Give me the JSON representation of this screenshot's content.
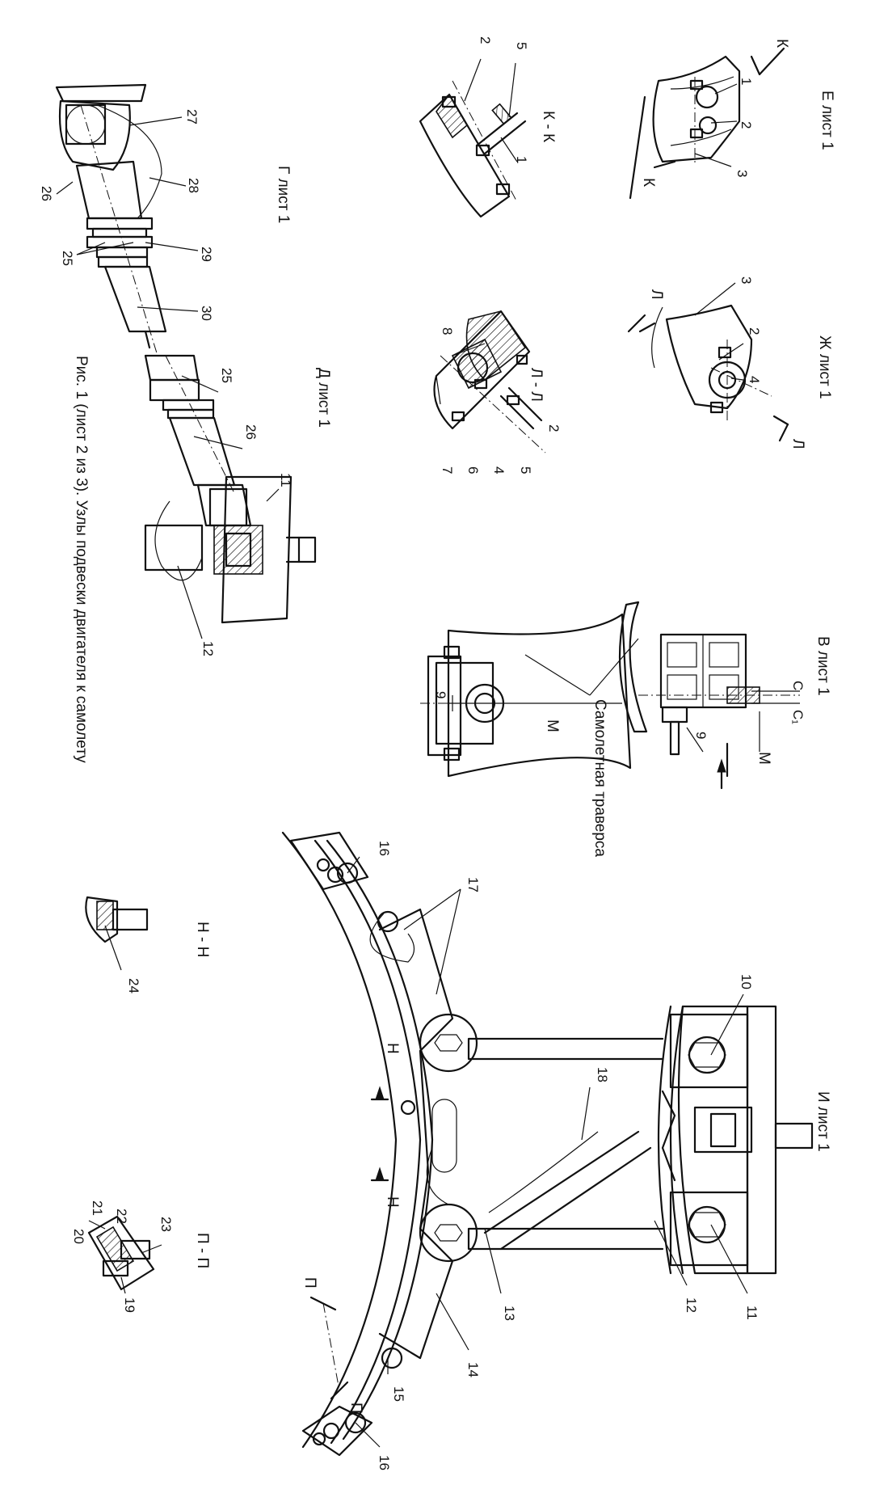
{
  "caption": "Рис. 1 (лист 2 из 3). Узлы подвески двигателя к самолету",
  "views": {
    "E": "Е лист 1",
    "ZH": "Ж лист 1",
    "V": "В лист 1",
    "I": "И лист 1",
    "G": "Г лист 1",
    "D": "Д лист 1",
    "KK": "К - К",
    "LL": "Л - Л",
    "NN": "Н - Н",
    "PP": "П - П"
  },
  "section_marks": {
    "K": "К",
    "L": "Л",
    "M": "М",
    "N": "Н",
    "P": "П",
    "C": "С",
    "C1": "С₁"
  },
  "traverse_label": "Самолетная траверса",
  "callouts": {
    "e": [
      "1",
      "2",
      "3"
    ],
    "kk": [
      "2",
      "5",
      "1"
    ],
    "zh": [
      "3",
      "2",
      "4"
    ],
    "ll": [
      "8",
      "7",
      "6",
      "4",
      "5",
      "2"
    ],
    "v": [
      "9"
    ],
    "m": [
      "9"
    ],
    "g": [
      "27",
      "26",
      "28",
      "25",
      "29",
      "30"
    ],
    "d": [
      "25",
      "26",
      "11",
      "12"
    ],
    "i": [
      "10",
      "11",
      "12",
      "13",
      "14",
      "15",
      "16",
      "16",
      "17",
      "18"
    ],
    "nn": [
      "24"
    ],
    "pp": [
      "23",
      "22",
      "21",
      "20",
      "19"
    ]
  }
}
